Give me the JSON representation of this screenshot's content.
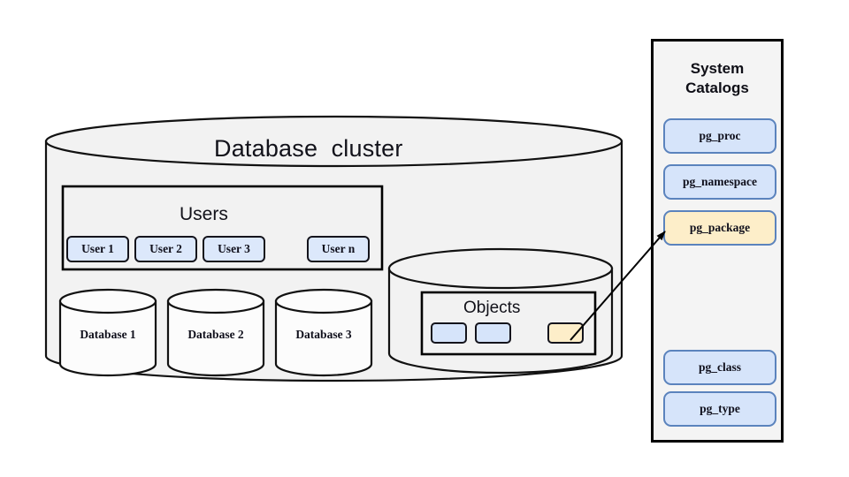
{
  "diagram": {
    "title": "Database cluster",
    "background": "#ffffff"
  },
  "cluster": {
    "label": "Database  cluster",
    "fill": "#f2f2f2",
    "stroke": "#111111",
    "users_group": {
      "label": "Users",
      "border": "#000000",
      "users": [
        {
          "label": "User 1",
          "fill": "#dce8fb"
        },
        {
          "label": "User 2",
          "fill": "#dce8fb"
        },
        {
          "label": "User 3",
          "fill": "#dce8fb"
        },
        {
          "label": "User n",
          "fill": "#dce8fb"
        }
      ]
    },
    "databases": [
      {
        "label": "Database 1"
      },
      {
        "label": "Database 2"
      },
      {
        "label": "Database 3"
      }
    ],
    "objects_cylinder": {
      "label": "Objects",
      "objects": [
        {
          "name": "object-box-1",
          "fill": "#d6e4fa",
          "highlight": false
        },
        {
          "name": "object-box-2",
          "fill": "#d6e4fa",
          "highlight": false
        },
        {
          "name": "object-box-3",
          "fill": "#fdeec9",
          "highlight": true
        }
      ]
    }
  },
  "system_catalogs": {
    "heading_line1": "System",
    "heading_line2": "Catalogs",
    "panel_fill": "#f4f4f4",
    "panel_border": "#000000",
    "items": [
      {
        "label": "pg_proc",
        "fill": "#d6e4fa",
        "border": "#5b83bd",
        "highlight": false
      },
      {
        "label": "pg_namespace",
        "fill": "#d6e4fa",
        "border": "#5b83bd",
        "highlight": false
      },
      {
        "label": "pg_package",
        "fill": "#fdeec9",
        "border": "#5b83bd",
        "highlight": true
      },
      {
        "label": "pg_class",
        "fill": "#d6e4fa",
        "border": "#5b83bd",
        "highlight": false
      },
      {
        "label": "pg_type",
        "fill": "#d6e4fa",
        "border": "#5b83bd",
        "highlight": false
      }
    ]
  },
  "connector": {
    "name": "object-to-pg-package-arrow",
    "from": "object-box-3",
    "to": "pg_package",
    "stroke": "#000000"
  }
}
